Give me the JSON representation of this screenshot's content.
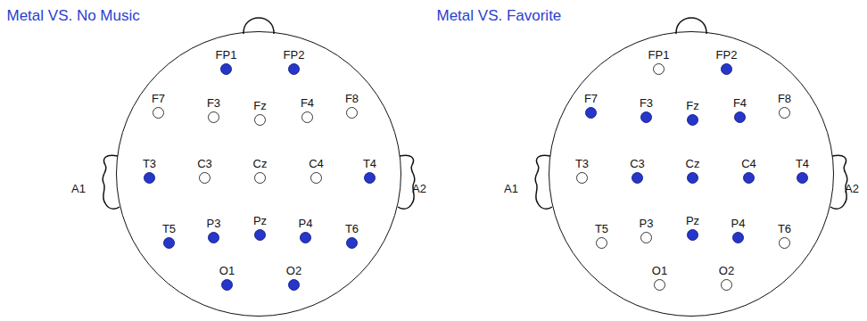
{
  "diagram": {
    "nodes": [
      {
        "text": [
          "Metal VS. No Music"
        ]
      },
      {
        "text": [
          "FP1"
        ],
        "in": 0
      },
      {
        "text": [
          "FP2"
        ],
        "in": 0
      },
      {
        "text": [
          "F7"
        ],
        "in": 0
      },
      {
        "text": [
          "F3"
        ],
        "in": 0
      },
      {
        "text": [
          "Fz"
        ],
        "in": 0
      },
      {
        "text": [
          "F4"
        ],
        "in": 0
      },
      {
        "text": [
          "F8"
        ],
        "in": 0
      },
      {
        "text": [
          "T3"
        ],
        "in": 0
      },
      {
        "text": [
          "C3"
        ],
        "in": 0
      },
      {
        "text": [
          "Cz"
        ],
        "in": 0
      },
      {
        "text": [
          "C4"
        ],
        "in": 0
      },
      {
        "text": [
          "T4"
        ],
        "in": 0
      },
      {
        "text": [
          "T5"
        ],
        "in": 0
      },
      {
        "text": [
          "P3"
        ],
        "in": 0
      },
      {
        "text": [
          "Pz"
        ],
        "in": 0
      },
      {
        "text": [
          "P4"
        ],
        "in": 0
      },
      {
        "text": [
          "T6"
        ],
        "in": 0
      },
      {
        "text": [
          "O1"
        ],
        "in": 0
      },
      {
        "text": [
          "O2"
        ],
        "in": 0
      },
      {
        "text": [
          "Metal VS. Favorite"
        ]
      },
      {
        "text": [
          "FP1"
        ],
        "in": 20
      },
      {
        "text": [
          "FP2"
        ],
        "in": 20
      },
      {
        "text": [
          "F7"
        ],
        "in": 20
      },
      {
        "text": [
          "F3"
        ],
        "in": 20
      },
      {
        "text": [
          "Fz"
        ],
        "in": 20
      },
      {
        "text": [
          "F4"
        ],
        "in": 20
      },
      {
        "text": [
          "F8"
        ],
        "in": 20
      },
      {
        "text": [
          "T3"
        ],
        "in": 20
      },
      {
        "text": [
          "C3"
        ],
        "in": 20
      },
      {
        "text": [
          "Cz"
        ],
        "in": 20
      },
      {
        "text": [
          "C4"
        ],
        "in": 20
      },
      {
        "text": [
          "T4"
        ],
        "in": 20
      },
      {
        "text": [
          "T5"
        ],
        "in": 20
      },
      {
        "text": [
          "P3"
        ],
        "in": 20
      },
      {
        "text": [
          "Pz"
        ],
        "in": 20
      },
      {
        "text": [
          "P4"
        ],
        "in": 20
      },
      {
        "text": [
          "T6"
        ],
        "in": 20
      },
      {
        "text": [
          "O1"
        ],
        "in": 20
      },
      {
        "text": [
          "O2"
        ],
        "in": 20
      }
    ],
    "labels": [
      "A1",
      "A2",
      "A1",
      "A2"
    ]
  }
}
